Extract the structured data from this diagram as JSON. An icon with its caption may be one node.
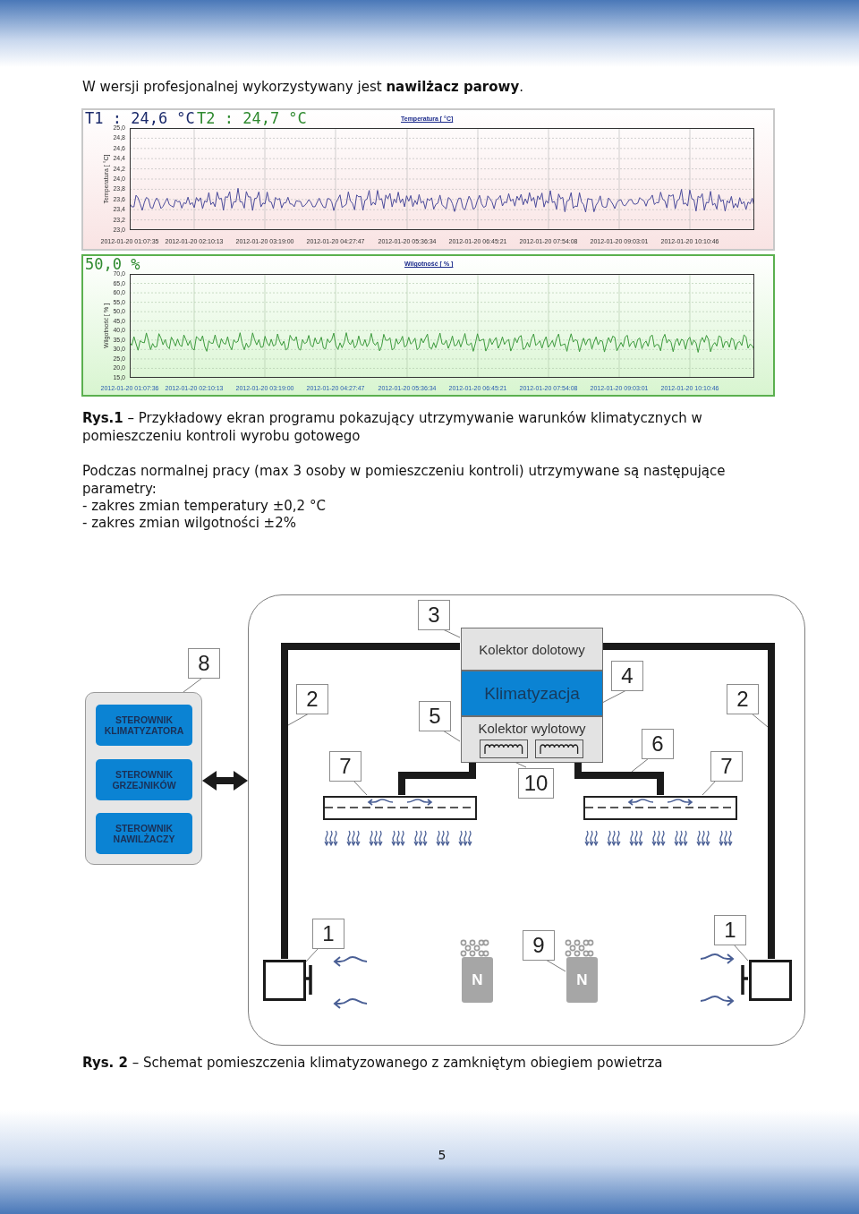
{
  "diagram": {
    "nodes": [
      {
        "text": [],
        "shape": "box"
      },
      {
        "text": [
          "3"
        ],
        "in": 0
      },
      {
        "text": [
          "Kolektor dolotowy"
        ],
        "in": 0
      },
      {
        "text": [
          "Klimatyzacja"
        ],
        "in": 0
      },
      {
        "text": [
          "Kolektor wylotowy"
        ],
        "in": 0
      },
      {
        "text": [
          "8"
        ]
      },
      {
        "text": [],
        "shape": "box"
      },
      {
        "text": [
          "STEROWNIK KLIMATYZATORA"
        ],
        "in": 6
      },
      {
        "text": [
          "STEROWNIK GRZEJNIKÓW"
        ],
        "in": 6
      },
      {
        "text": [
          "STEROWNIK NAWILŻACZY"
        ],
        "in": 6
      },
      {
        "text": [
          "2"
        ],
        "in": 0
      },
      {
        "text": [
          "4"
        ],
        "in": 0
      },
      {
        "text": [
          "2"
        ],
        "in": 0
      },
      {
        "text": [
          "5"
        ],
        "in": 0
      },
      {
        "text": [
          "6"
        ],
        "in": 0
      },
      {
        "text": [
          "7"
        ],
        "in": 0
      },
      {
        "text": [
          "10"
        ],
        "in": 0
      },
      {
        "text": [
          "7"
        ],
        "in": 0
      },
      {
        "text": [],
        "shape": "bar",
        "in": 0
      },
      {
        "text": [],
        "shape": "bar",
        "in": 0
      },
      {
        "text": [
          "1"
        ],
        "in": 0
      },
      {
        "text": [
          "9"
        ],
        "in": 0
      },
      {
        "text": [
          "1"
        ],
        "in": 0
      },
      {
        "text": [],
        "shape": "box",
        "in": 0
      },
      {
        "text": [
          "N"
        ],
        "in": 0
      },
      {
        "text": [
          "N"
        ],
        "in": 0
      },
      {
        "text": [],
        "shape": "box",
        "in": 0
      }
    ],
    "edges": [
      {
        "from": 6,
        "to": 0,
        "arrow": "both",
        "style": "thick",
        "color": "#1a1a1a"
      },
      {
        "from": 1,
        "to": 2,
        "arrow": "none"
      },
      {
        "from": 5,
        "to": 6,
        "arrow": "none"
      },
      {
        "from": 10,
        "to": null,
        "arrow": "none"
      },
      {
        "from": 11,
        "to": 3,
        "arrow": "none"
      },
      {
        "from": 12,
        "to": null,
        "arrow": "none"
      },
      {
        "from": 13,
        "to": 4,
        "arrow": "none"
      },
      {
        "from": 14,
        "to": null,
        "arrow": "none"
      },
      {
        "from": 15,
        "to": 18,
        "arrow": "none"
      },
      {
        "from": 16,
        "to": 4,
        "arrow": "none"
      },
      {
        "from": 17,
        "to": 19,
        "arrow": "none"
      },
      {
        "from": 20,
        "to": 23,
        "arrow": "none"
      },
      {
        "from": 21,
        "to": 25,
        "arrow": "none"
      },
      {
        "from": 22,
        "to": 26,
        "arrow": "none"
      },
      {
        "from": 2,
        "to": 23,
        "arrow": "none",
        "style": "thick",
        "color": "#1a1a1a"
      },
      {
        "from": 2,
        "to": 26,
        "arrow": "none",
        "style": "thick",
        "color": "#1a1a1a"
      },
      {
        "from": 4,
        "to": 18,
        "arrow": "none",
        "style": "thick",
        "color": "#1a1a1a"
      },
      {
        "from": 4,
        "to": 19,
        "arrow": "none",
        "style": "thick",
        "color": "#1a1a1a"
      }
    ],
    "labels": [
      "W wersji profesjonalnej wykorzystywany jest **nawilżacz parowy**.",
      "T1 : 24,6 °C",
      "T2 : 24,7 °C",
      "Temperatura [ °C]",
      "25,0",
      "24,8",
      "24,6",
      "24,4",
      "24,2",
      "24,0",
      "23,8",
      "23,6",
      "23,4",
      "23,2",
      "23,0",
      "Temperatura [ °C]",
      "2012-01-20 01:07:35",
      "2012-01-20 02:10:13",
      "2012-01-20 03:19:00",
      "2012-01-20 04:27:47",
      "2012-01-20 05:36:34",
      "2012-01-20 06:45:21",
      "2012-01-20 07:54:08",
      "2012-01-20 09:03:01",
      "2012-01-20 10:10:46",
      "50,0 %",
      "Wilgotność [ % ]",
      "70,0",
      "65,0",
      "60,0",
      "55,0",
      "50,0",
      "45,0",
      "40,0",
      "35,0",
      "30,0",
      "25,0",
      "20,0",
      "15,0",
      "Wilgotność [ % ]",
      "2012-01-20 01:07:36",
      "2012-01-20 02:10:13",
      "2012-01-20 03:19:00",
      "2012-01-20 04:27:47",
      "2012-01-20 05:36:34",
      "2012-01-20 06:45:21",
      "2012-01-20 07:54:08",
      "2012-01-20 09:03:01",
      "2012-01-20 10:10:46",
      "**Rys.1** – Przykładowy ekran programu pokazujący utrzymywanie warunków klimatycznych w pomieszczeniu kontroli wyrobu gotowego",
      "Podczas normalnej pracy (max 3 osoby w pomieszczeniu kontroli) utrzymywane są następujące parametry:",
      "- zakres zmian temperatury ±0,2 °C",
      "- zakres zmian wilgotności ±2%",
      "**Rys. 2** – Schemat pomieszczenia klimatyzowanego z zamkniętym obiegiem powietrza",
      "5"
    ]
  }
}
